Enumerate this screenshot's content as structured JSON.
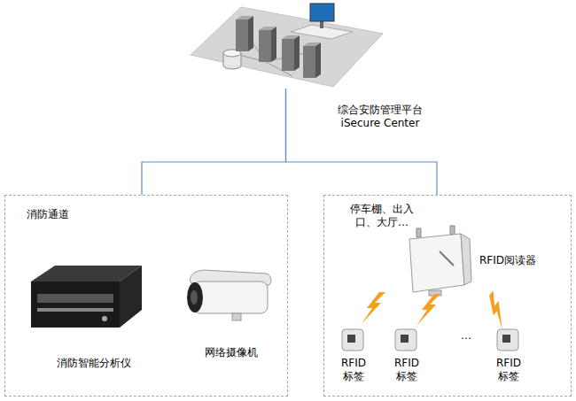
{
  "diagram": {
    "nodes": [
      {
        "text": [
          "综合安防管理平台 iSecure Center"
        ]
      },
      {
        "text": [
          "消防通道"
        ]
      },
      {
        "text": [
          "消防智能分析仪"
        ],
        "in": 1
      },
      {
        "text": [
          "网络摄像机"
        ],
        "in": 1
      },
      {
        "text": [
          "停车棚、出入 口、大厅…"
        ]
      },
      {
        "text": [
          "RFID阅读器"
        ],
        "in": 4
      },
      {
        "text": [
          "RFID 标签"
        ],
        "in": 4
      },
      {
        "text": [
          "RFID 标签"
        ],
        "in": 4
      },
      {
        "text": [
          "RFID 标签"
        ],
        "in": 4
      }
    ],
    "edges": [
      {
        "from": 0,
        "to": 1,
        "arrow": "none"
      },
      {
        "from": 0,
        "to": 4,
        "arrow": "none"
      }
    ],
    "labels": [
      "…"
    ]
  }
}
